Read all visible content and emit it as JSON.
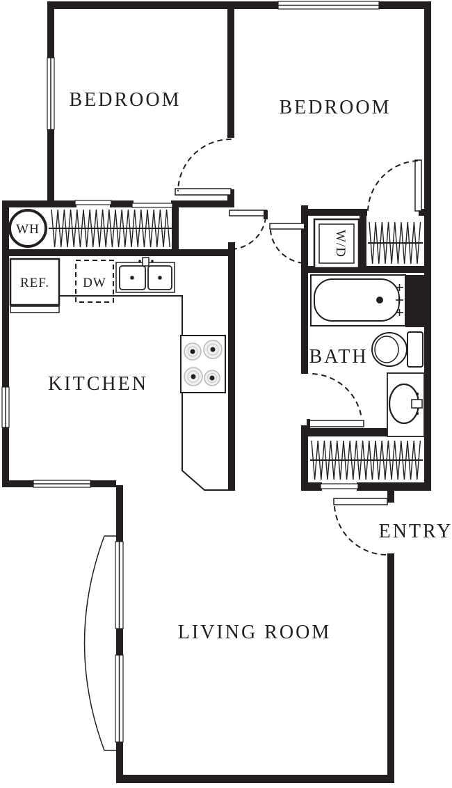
{
  "plan": {
    "type": "apartment-floor-plan",
    "colors": {
      "wall": "#231f20",
      "text": "#231f20",
      "background": "#ffffff"
    },
    "rooms": {
      "bedroom_left": {
        "label": "BEDROOM"
      },
      "bedroom_right": {
        "label": "BEDROOM"
      },
      "kitchen": {
        "label": "KITCHEN"
      },
      "bath": {
        "label": "BATH"
      },
      "living_room": {
        "label": "LIVING ROOM"
      },
      "entry": {
        "label": "ENTRY"
      }
    },
    "fixtures": {
      "water_heater": {
        "label": "WH"
      },
      "refrigerator": {
        "label": "REF."
      },
      "dishwasher": {
        "label": "DW"
      },
      "washer_dryer": {
        "label": "W/D"
      }
    }
  }
}
